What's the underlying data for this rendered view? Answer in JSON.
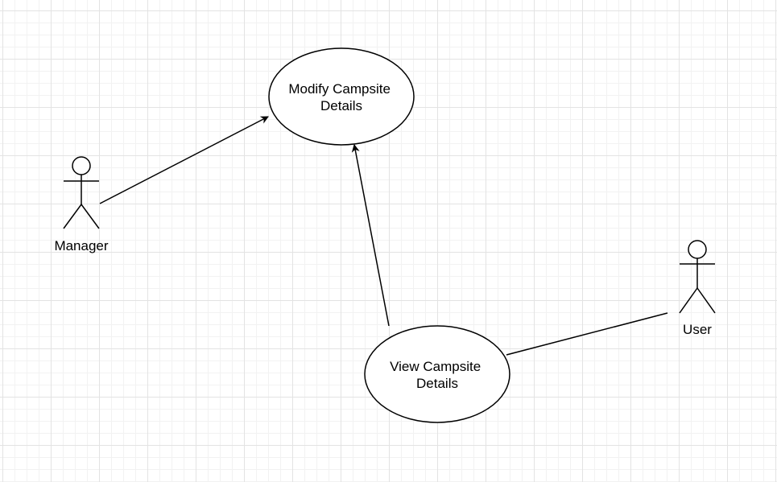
{
  "diagram": {
    "use_cases": {
      "modify": {
        "line1": "Modify Campsite",
        "line2": "Details"
      },
      "view": {
        "line1": "View Campsite",
        "line2": "Details"
      }
    },
    "actors": {
      "manager": {
        "label": "Manager"
      },
      "user": {
        "label": "User"
      }
    },
    "colors": {
      "stroke": "#000000",
      "fill": "#ffffff"
    }
  }
}
